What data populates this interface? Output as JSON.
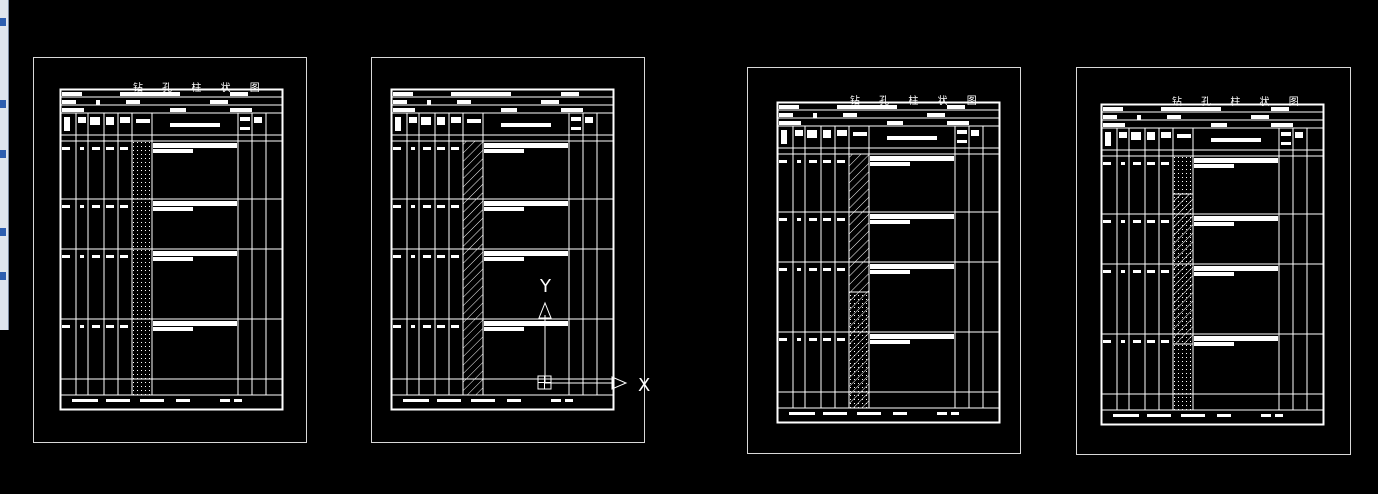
{
  "app": {
    "background": "#000000",
    "line_color": "#ffffff"
  },
  "sheets": [
    {
      "title": "钻 孔 柱 状 图",
      "fill": "dotted"
    },
    {
      "title": "",
      "fill": "hatched"
    },
    {
      "title": "钻 孔 柱 状 图",
      "fill": "hatched-dotted"
    },
    {
      "title": "钻 孔 柱 状 图",
      "fill": "dotted-hatched"
    }
  ],
  "ucs": {
    "y_label": "Y",
    "x_label": "X",
    "icon": "ucs-axis-icon"
  }
}
